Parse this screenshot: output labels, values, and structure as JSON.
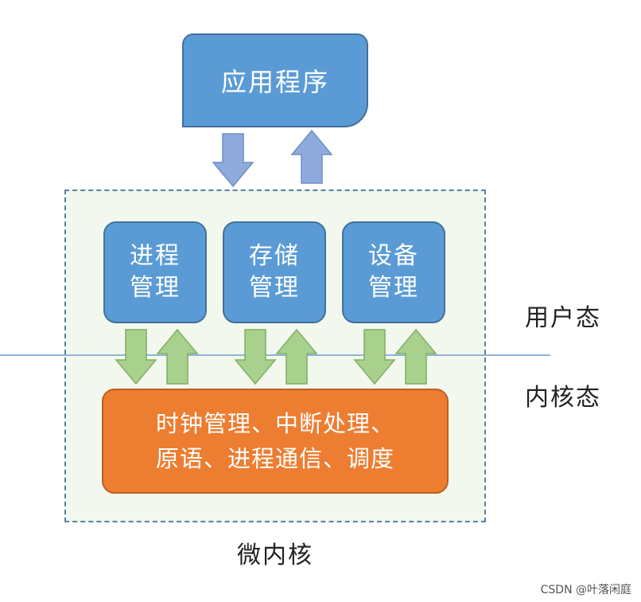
{
  "application": {
    "label": "应用程序"
  },
  "modules": [
    {
      "line1": "进程",
      "line2": "管理"
    },
    {
      "line1": "存储",
      "line2": "管理"
    },
    {
      "line1": "设备",
      "line2": "管理"
    }
  ],
  "core": {
    "line1": "时钟管理、中断处理、",
    "line2": "原语、进程通信、调度"
  },
  "modes": {
    "user": "用户态",
    "kernel": "内核态"
  },
  "caption": "微内核",
  "watermark": "CSDN @叶落闲庭",
  "colors": {
    "module_blue": "#5b9bd5",
    "core_orange": "#ed7d31",
    "arrow_green": "#a9d18e",
    "arrow_blue": "#8faadc",
    "frame_bg": "#f2f8ee"
  }
}
